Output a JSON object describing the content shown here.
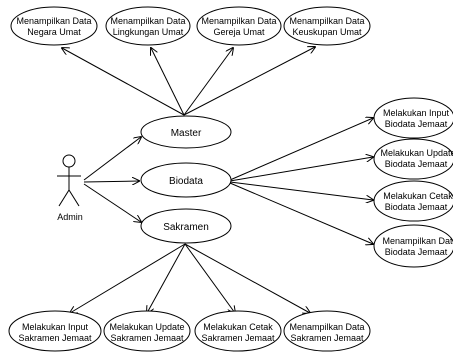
{
  "actor": {
    "label": "Admin"
  },
  "use_cases": {
    "master": "Master",
    "biodata": "Biodata",
    "sakramen": "Sakramen",
    "negara_l1": "Menampilkan Data",
    "negara_l2": "Negara Umat",
    "lingkungan_l1": "Menampilkan Data",
    "lingkungan_l2": "Lingkungan Umat",
    "gereja_l1": "Menampilkan Data",
    "gereja_l2": "Gereja Umat",
    "keuskupan_l1": "Menampilkan Data",
    "keuskupan_l2": "Keuskupan Umat",
    "input_bio_l1": "Melakukan Input",
    "input_bio_l2": "Biodata Jemaat",
    "update_bio_l1": "Melakukan Update",
    "update_bio_l2": "Biodata Jemaat",
    "cetak_bio_l1": "Melakukan Cetak",
    "cetak_bio_l2": "Biodata Jemaat",
    "tampil_bio_l1": "Menampilkan Data",
    "tampil_bio_l2": "Biodata Jemaat",
    "input_sak_l1": "Melakukan Input",
    "input_sak_l2": "Sakramen Jemaat",
    "update_sak_l1": "Melakukan Update",
    "update_sak_l2": "Sakramen Jemaat",
    "cetak_sak_l1": "Melakukan Cetak",
    "cetak_sak_l2": "Sakramen Jemaat",
    "tampil_sak_l1": "Menampilkan Data",
    "tampil_sak_l2": "Sakramen Jemaat"
  }
}
